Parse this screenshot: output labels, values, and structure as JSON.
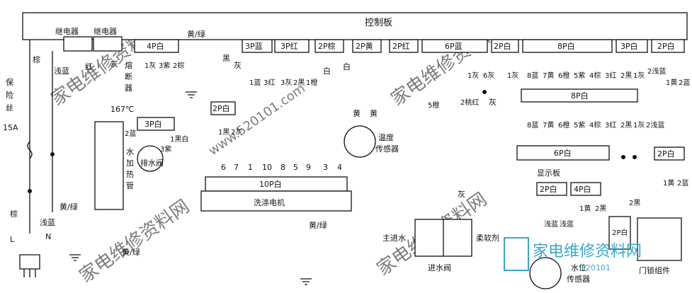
{
  "control_board": "控制板",
  "relay_1": "继电器",
  "relay_2": "继电器",
  "fuse_label": [
    "保",
    "险",
    "丝",
    "15A"
  ],
  "brown": "棕",
  "light_blue": "浅蓝",
  "red": "红",
  "gray": "灰",
  "thermal_fuse": [
    "熔",
    "断",
    "器"
  ],
  "temp_167": "167℃",
  "heater": [
    "水",
    "加",
    "热",
    "管"
  ],
  "heater_wire": "2蓝",
  "conn_4p_white": "4P白",
  "gray_1": "1灰",
  "purple_3": "3紫",
  "brown_2": "2棕",
  "conn_3p_white_drain": "3P白",
  "drain_wire_black": "1黑白",
  "drain_wire_purple": "3紫",
  "drain_valve": "排水阀",
  "yellow_green": "黄/绿",
  "black": "黑",
  "gray_b": "灰",
  "conn_2p_white_motor": "2P白",
  "motor_black_1": "1黑",
  "motor_gray_2": "2灰",
  "conn_3p_blue": "3P蓝",
  "blue_1": "1蓝",
  "red_3": "3红",
  "conn_3p_red": "3P红",
  "gray_3": "3灰",
  "black_2": "2黑",
  "orange_1": "1橙",
  "conn_2p_brown": "2P棕",
  "white_a": "白",
  "white_b": "白",
  "conn_2p_yellow": "2P黄",
  "yellow_a": "黄",
  "yellow_b": "黄",
  "temp_sensor": [
    "温度",
    "传感器"
  ],
  "conn_2p_red": "2P红",
  "conn_6p_blue": "6P蓝",
  "orange_5": "5橙",
  "pink_red_2": "2桃红",
  "gray_1b": "1灰",
  "gray_6": "6灰",
  "gray_c": "灰",
  "gray_d": "灰",
  "conn_2p_white_a": "2P白",
  "gray_1c": "1灰",
  "conn_8p_white_top": "8P白",
  "conn_8p_white_mid": "8P白",
  "bus_wires_top": [
    "8蓝",
    "7黄",
    "6橙",
    "5紫",
    "4棕",
    "3红",
    "2黑",
    "1灰"
  ],
  "bus_wires_bottom": [
    "8蓝",
    "7黄",
    "6橙",
    "5紫",
    "4棕",
    "3红",
    "2黑",
    "1灰"
  ],
  "conn_3p_white_b": "3P白",
  "conn_2p_white_b": "2P白",
  "lightblue_2": "2浅蓝",
  "yellow_1": "1黄",
  "blue_2": "2蓝",
  "lightblue_2b": "2浅蓝",
  "conn_6p_white": "6P白",
  "conn_2p_white_c": "2P白",
  "yellow_1b": "1黄",
  "blue_2b": "2蓝",
  "display_board": "显示板",
  "conn_2p_white_d": "2P白",
  "conn_4p_white_b": "4P白",
  "wl_lightblue": "浅蓝",
  "wl_blue": "浅蓝",
  "yellow_1c": "1黄",
  "black_2b": "2黑",
  "black_2c": "2黑",
  "conn_2p_white_e": "2P白",
  "water_level_sensor": [
    "水位",
    "传感器"
  ],
  "door_lock": "门锁组件",
  "motor_pins": [
    "6",
    "7",
    "1",
    "10",
    "8",
    "5",
    "9",
    "3",
    "4"
  ],
  "conn_10p_white": "10P白",
  "washing_motor": "洗涤电机",
  "main_water": "主进水",
  "softener": "柔软剂",
  "inlet_valve": "进水阀",
  "L": "L",
  "N": "N",
  "brown_L": "棕",
  "yellow_green_b": "黄/绿",
  "light_blue_N": "浅蓝",
  "yellow_green_c": "黄/绿",
  "yellow_green_d": "黄/绿",
  "watermarks": [
    "家电维修资料网",
    "家电维修资料网",
    "家电维修资料网",
    "家电维修资料网"
  ],
  "watermark_url": "www.520101.com",
  "logo_text": "家电维修资料网",
  "logo_num": "520101"
}
